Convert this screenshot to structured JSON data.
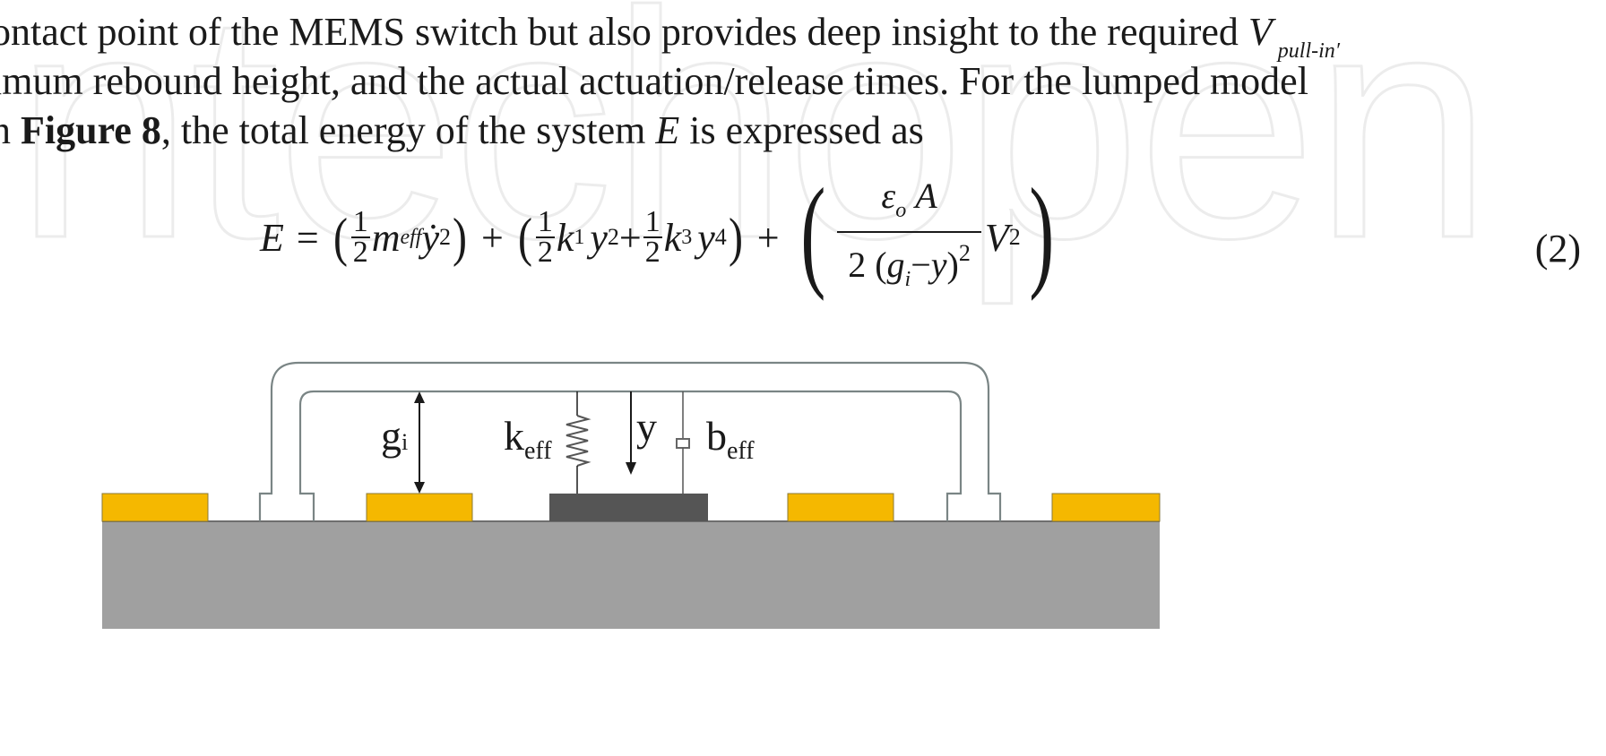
{
  "document": {
    "watermark": "intechopen",
    "paragraph": {
      "line1": {
        "text": "ontact point of the MEMS switch but also provides deep insight to the required ",
        "variable": "V",
        "subscript": "pull-in′"
      },
      "line2": {
        "text": "imum rebound height, and the actual actuation/release times. For the lumped model"
      },
      "line3": {
        "prefix": "n ",
        "figure_ref": "Figure 8",
        "middle": ", the total energy of the system ",
        "variable": "E",
        "suffix": " is expressed as"
      }
    },
    "equation": {
      "lhs": "E",
      "equals": "=",
      "term1": {
        "half_num": "1",
        "half_den": "2",
        "mass": "m",
        "mass_sub": "eff",
        "velocity": "ẏ",
        "velocity_exp": "2"
      },
      "plus1": "+",
      "term2": {
        "half1_num": "1",
        "half1_den": "2",
        "k1": "k",
        "k1_sub": "1",
        "y1": "y",
        "y1_exp": "2",
        "plus": "+",
        "half2_num": "1",
        "half2_den": "2",
        "k3": "k",
        "k3_sub": "3",
        "y3": "y",
        "y3_exp": "4"
      },
      "plus2": "+",
      "term3": {
        "num_eps": "ε",
        "num_eps_sub": "o",
        "num_A": "A",
        "den_2": "2",
        "den_g": "g",
        "den_g_sub": "i",
        "den_minus": "−",
        "den_y": "y",
        "den_exp": "2",
        "V": "V",
        "V_exp": "2"
      },
      "number": "(2)"
    },
    "figure": {
      "labels": {
        "gap": "g",
        "gap_sub": "i",
        "spring": "k",
        "spring_sub": "eff",
        "displacement": "y",
        "damper": "b",
        "damper_sub": "eff"
      },
      "colors": {
        "substrate": "#a0a0a0",
        "electrode": "#f5b800",
        "contact": "#555555",
        "beam_stroke": "#7a8585",
        "line": "#1a1a1a"
      }
    }
  }
}
